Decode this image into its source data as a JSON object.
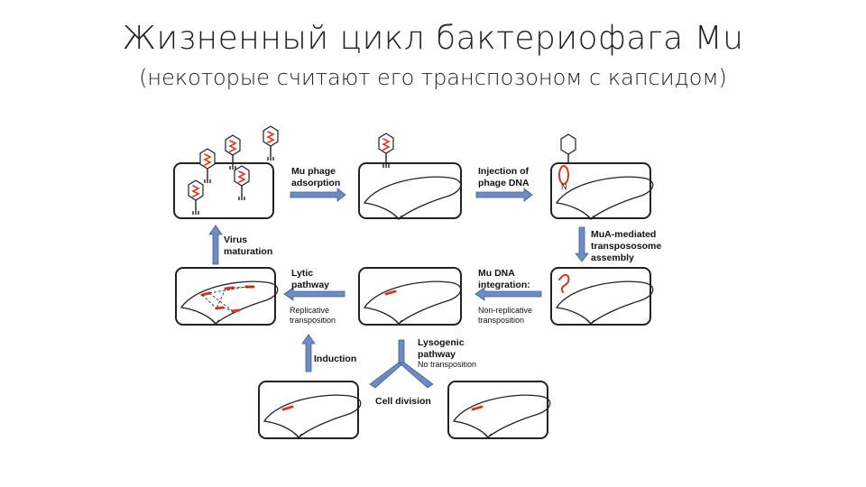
{
  "title": "Жизненный цикл бактериофага Mu",
  "subtitle": "(некоторые считают его транспозоном с капсидом)",
  "labels": {
    "adsorption_1": "Mu phage",
    "adsorption_2": "adsorption",
    "injection_1": "Injection of",
    "injection_2": "phage DNA",
    "mua_1": "MuA-mediated",
    "mua_2": "transpososome",
    "mua_3": "assembly",
    "integration_1": "Mu DNA",
    "integration_2": "integration:",
    "nonrep_1": "Non-replicative",
    "nonrep_2": "transposition",
    "lytic_1": "Lytic",
    "lytic_2": "pathway",
    "rep_1": "Replicative",
    "rep_2": "transposition",
    "maturation_1": "Virus",
    "maturation_2": "maturation",
    "induction": "Induction",
    "lysogenic_1": "Lysogenic",
    "lysogenic_2": "pathway",
    "no_transposition": "No transposition",
    "cell_division": "Cell division",
    "n_marker": "N"
  }
}
